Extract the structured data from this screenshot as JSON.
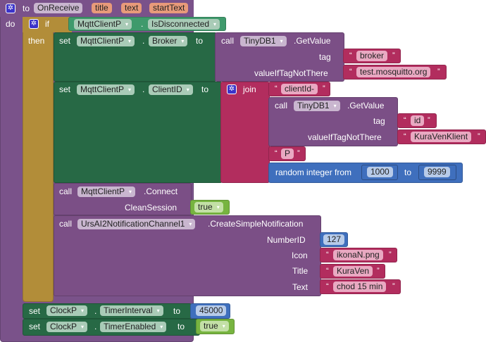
{
  "event": {
    "to_label": "to",
    "name": "OnReceive",
    "params": [
      "title",
      "text",
      "startText"
    ],
    "do_label": "do"
  },
  "if_block": {
    "if_label": "if",
    "then_label": "then",
    "condition": {
      "component": "MqttClientP",
      "dot": ".",
      "property": "IsDisconnected"
    }
  },
  "set_broker": {
    "set_label": "set",
    "component": "MqttClientP",
    "dot": ".",
    "property": "Broker",
    "to_label": "to",
    "call": {
      "call_label": "call",
      "component": "TinyDB1",
      "method": ".GetValue",
      "tag_label": "tag",
      "tag_value": "broker",
      "default_label": "valueIfTagNotThere",
      "default_value": "test.mosquitto.org"
    }
  },
  "set_clientid": {
    "set_label": "set",
    "component": "MqttClientP",
    "dot": ".",
    "property": "ClientID",
    "to_label": "to",
    "join": {
      "join_label": "join",
      "part1": "clientId-",
      "call": {
        "call_label": "call",
        "component": "TinyDB1",
        "method": ".GetValue",
        "tag_label": "tag",
        "tag_value": "id",
        "default_label": "valueIfTagNotThere",
        "default_value": "KuraVenKlient"
      },
      "part3": "P",
      "random": {
        "label": "random integer from",
        "from": "1000",
        "to_label": "to",
        "to": "9999"
      }
    }
  },
  "connect": {
    "call_label": "call",
    "component": "MqttClientP",
    "method": ".Connect",
    "arg_label": "CleanSession",
    "arg_value": "true"
  },
  "notification": {
    "call_label": "call",
    "component": "UrsAI2NotificationChannel1",
    "method": ".CreateSimpleNotification",
    "args": [
      {
        "label": "NumberID",
        "value": "127"
      },
      {
        "label": "Icon",
        "value": "ikonaN.png"
      },
      {
        "label": "Title",
        "value": "KuraVen"
      },
      {
        "label": "Text",
        "value": "chod 15 min"
      }
    ]
  },
  "set_timer_interval": {
    "set_label": "set",
    "component": "ClockP",
    "dot": ".",
    "property": "TimerInterval",
    "to_label": "to",
    "value": "45000"
  },
  "set_timer_enabled": {
    "set_label": "set",
    "component": "ClockP",
    "dot": ".",
    "property": "TimerEnabled",
    "to_label": "to",
    "value": "true"
  },
  "quote_open": "“",
  "quote_close": "”",
  "dropdown_glyph": "▾"
}
